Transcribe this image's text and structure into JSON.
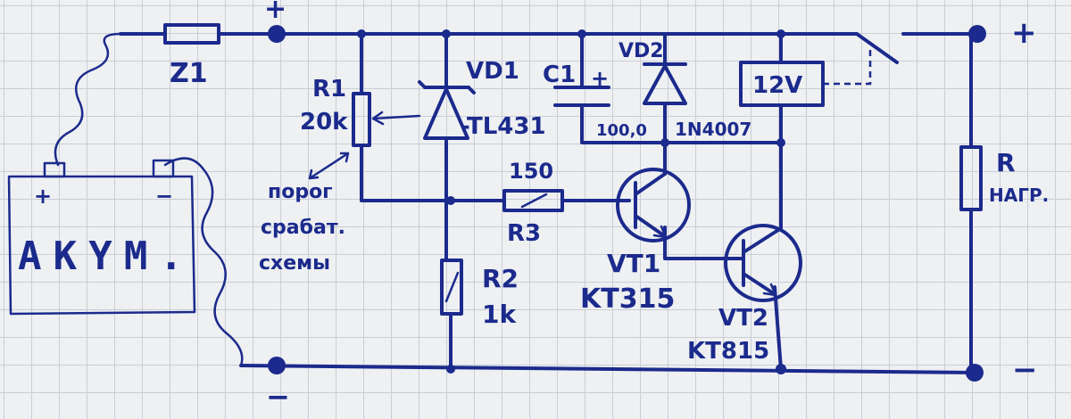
{
  "labels": {
    "fuse": "Z1",
    "plus_top": "+",
    "plus_right": "+",
    "minus_bottom": "−",
    "minus_right": "−",
    "r1_name": "R1",
    "r1_value": "20k",
    "vd1_name": "VD1",
    "vd1_part": "-TL431",
    "c1_name": "C1",
    "c1_plus": "+",
    "c1_value": "100,0",
    "vd2_name": "VD2",
    "vd2_part": "1N4007",
    "relay_value": "12V",
    "r3_value": "150",
    "r3_name": "R3",
    "r2_name": "R2",
    "r2_value": "1k",
    "vt1_name": "VT1",
    "vt1_part": "KT315",
    "vt2_name": "VT2",
    "vt2_part": "KT815",
    "load_name": "R",
    "load_sub": "НАГР.",
    "battery_label": "AKYM.",
    "battery_plus": "+",
    "battery_minus": "−",
    "note_line1": "порог",
    "note_line2": "срабат.",
    "note_line3": "схемы"
  }
}
